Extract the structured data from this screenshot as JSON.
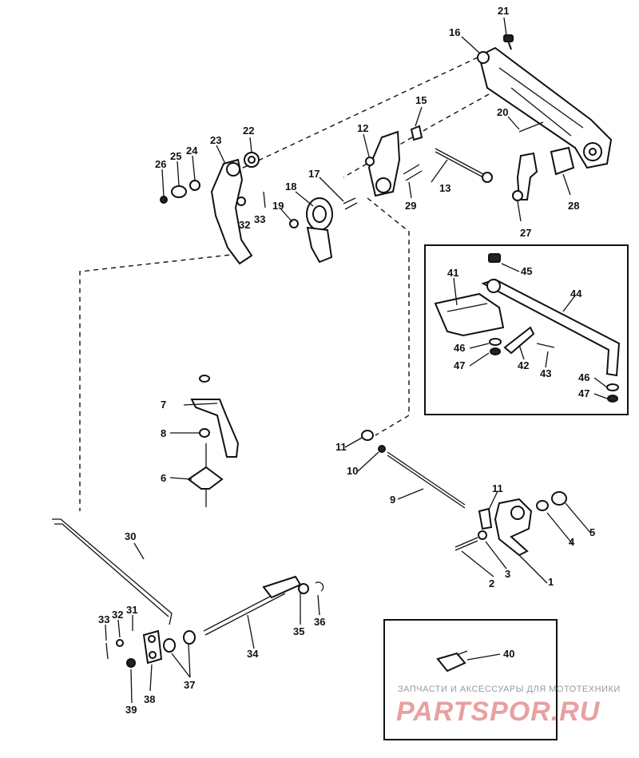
{
  "callouts": [
    "1",
    "2",
    "3",
    "4",
    "5",
    "6",
    "7",
    "8",
    "9",
    "10",
    "11",
    "11",
    "12",
    "13",
    "15",
    "16",
    "17",
    "18",
    "19",
    "20",
    "21",
    "22",
    "23",
    "24",
    "25",
    "26",
    "27",
    "28",
    "29",
    "30",
    "31",
    "32",
    "32",
    "33",
    "33",
    "34",
    "35",
    "36",
    "37",
    "38",
    "39",
    "40",
    "41",
    "42",
    "43",
    "44",
    "45",
    "46",
    "46",
    "47",
    "47"
  ],
  "watermark": {
    "caption": "ЗАПЧАСТИ И АКСЕССУАРЫ ДЛЯ МОТОТЕХНИКИ",
    "brand": "PARTSPOR.RU"
  },
  "colors": {
    "ink": "#111111",
    "paper": "#ffffff",
    "watermark": "#e8a0a0"
  }
}
